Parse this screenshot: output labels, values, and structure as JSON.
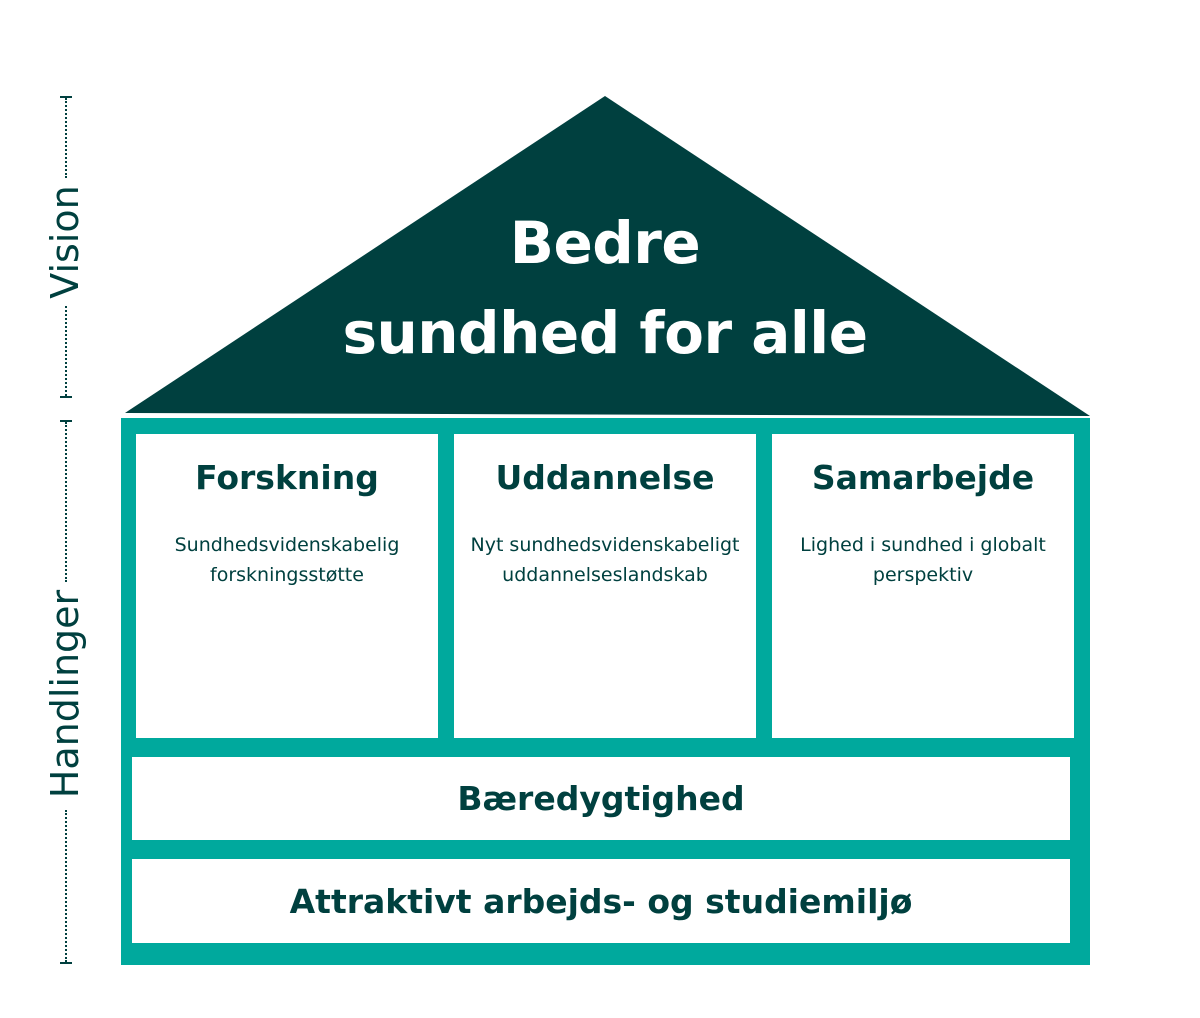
{
  "colors": {
    "roof": "#00403f",
    "frame": "#00a99d",
    "text": "#00403f",
    "background": "#ffffff"
  },
  "side_labels": {
    "vision": "Vision",
    "actions": "Handlinger"
  },
  "roof": {
    "line1": "Bedre",
    "line2": "sundhed for alle"
  },
  "pillars": [
    {
      "title": "Forskning",
      "desc_line1": "Sundhedsvidenskabelig",
      "desc_line2": "forskningsstøtte"
    },
    {
      "title": "Uddannelse",
      "desc_line1": "Nyt sundhedsvidenskabeligt",
      "desc_line2": "uddannelseslandskab"
    },
    {
      "title": "Samarbejde",
      "desc_line1": "Lighed i sundhed i globalt",
      "desc_line2": "perspektiv"
    }
  ],
  "foundations": [
    {
      "label": "Bæredygtighed"
    },
    {
      "label": "Attraktivt arbejds- og studiemiljø"
    }
  ]
}
